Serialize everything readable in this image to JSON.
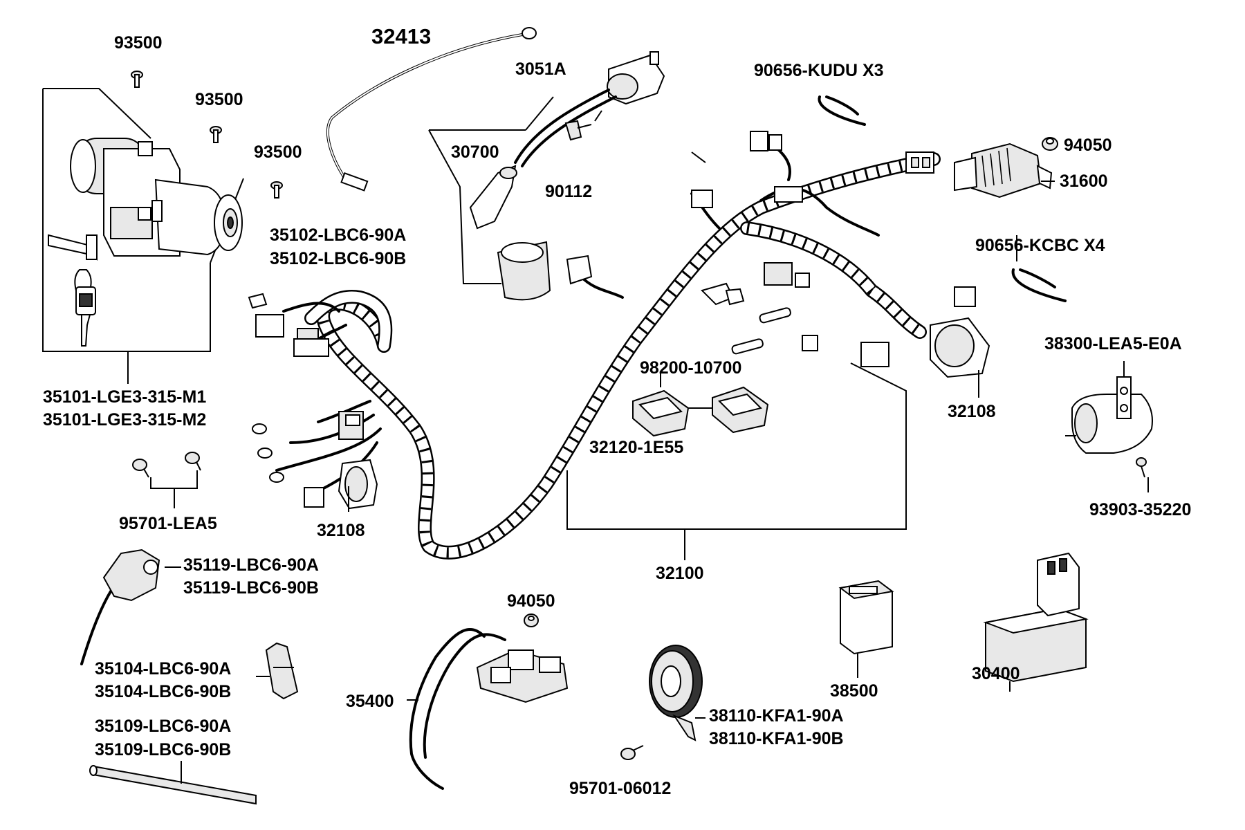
{
  "labels": {
    "p93500_a": "93500",
    "p93500_b": "93500",
    "p93500_c": "93500",
    "p32413": "32413",
    "p3051a": "3051A",
    "p30700": "30700",
    "p90112": "90112",
    "p90656_kudu": "90656-KUDU X3",
    "p94050_a": "94050",
    "p31600": "31600",
    "p90656_kcbc": "90656-KCBC X4",
    "p38300": "38300-LEA5-E0A",
    "p93903": "93903-35220",
    "p35102_a": "35102-LBC6-90A",
    "p35102_b": "35102-LBC6-90B",
    "p35101_a": "35101-LGE3-315-M1",
    "p35101_b": "35101-LGE3-315-M2",
    "p95701_lea5": "95701-LEA5",
    "p32108_a": "32108",
    "p32108_b": "32108",
    "p98200": "98200-10700",
    "p32120": "32120-1E55",
    "p32100": "32100",
    "p35119_a": "35119-LBC6-90A",
    "p35119_b": "35119-LBC6-90B",
    "p35104_a": "35104-LBC6-90A",
    "p35104_b": "35104-LBC6-90B",
    "p35109_a": "35109-LBC6-90A",
    "p35109_b": "35109-LBC6-90B",
    "p94050_b": "94050",
    "p35400": "35400",
    "p38110_a": "38110-KFA1-90A",
    "p38110_b": "38110-KFA1-90B",
    "p95701_06012": "95701-06012",
    "p38500": "38500",
    "p30400": "30400"
  }
}
